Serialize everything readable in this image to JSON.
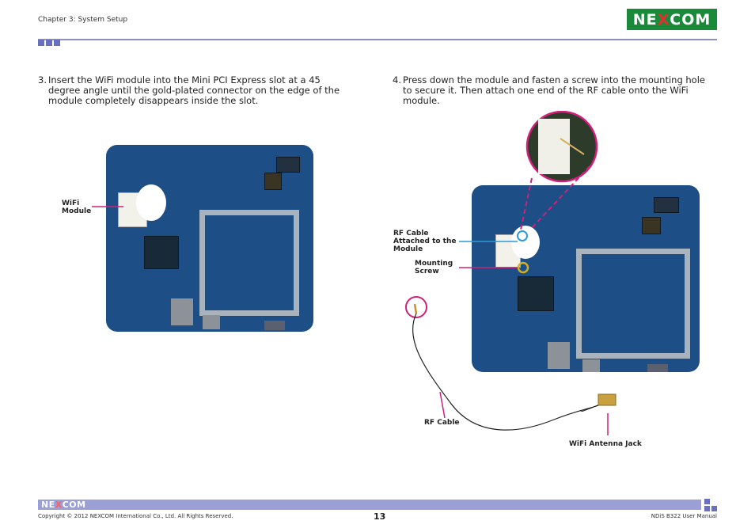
{
  "header": {
    "chapter": "Chapter 3: System Setup",
    "logo_text_a": "NE",
    "logo_text_x": "X",
    "logo_text_b": "COM"
  },
  "steps": [
    {
      "number": "3.",
      "text": "Insert the WiFi module into the Mini PCI Express slot at a 45 degree angle until the gold-plated connector on the edge of the module completely disappears inside the slot."
    },
    {
      "number": "4.",
      "text": "Press down the module and fasten a screw into the mounting hole to secure it. Then attach one end of the RF cable onto the WiFi module."
    }
  ],
  "figure_left": {
    "label_wifi_line1": "WiFi",
    "label_wifi_line2": "Module"
  },
  "figure_right": {
    "label_rf_attached_line1": "RF Cable",
    "label_rf_attached_line2": "Attached to the",
    "label_rf_attached_line3": "Module",
    "label_mounting_line1": "Mounting",
    "label_mounting_line2": "Screw",
    "label_rf_cable": "RF Cable",
    "label_antenna_jack": "WiFi Antenna Jack"
  },
  "footer": {
    "logo_a": "NE",
    "logo_x": "X",
    "logo_b": "COM",
    "copyright": "Copyright © 2012 NEXCOM International Co., Ltd. All Rights Reserved.",
    "page_number": "13",
    "manual": "NDiS B322 User Manual"
  },
  "colors": {
    "accent": "#8a8fd0",
    "brand_green": "#1a8a3a",
    "callout_magenta": "#d0207a",
    "callout_blue": "#2a9ad8"
  }
}
